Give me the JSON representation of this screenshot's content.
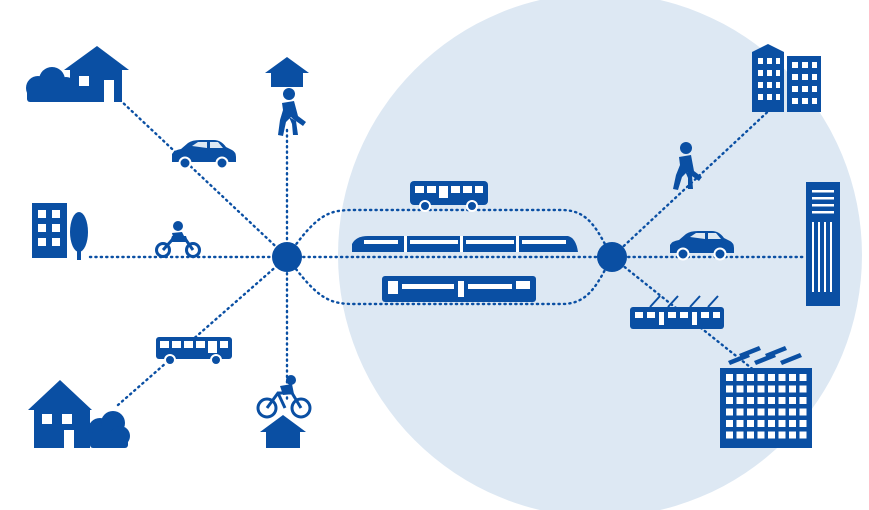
{
  "colors": {
    "primary": "#0a4fa3",
    "zone": "#dde8f3",
    "white": "#ffffff"
  },
  "diagram": {
    "title": "",
    "left_hub": {
      "icon": "hub-node",
      "spokes": [
        {
          "destination": "house-with-bush",
          "via": "car"
        },
        {
          "destination": "house-small",
          "via": "pedestrian"
        },
        {
          "destination": "office-building-with-tree",
          "via": "motorcycle"
        },
        {
          "destination": "house-with-bush",
          "via": "bus"
        },
        {
          "destination": "house-small",
          "via": "bicycle"
        }
      ]
    },
    "trunk": [
      "bus",
      "regional-train",
      "tram"
    ],
    "right_hub": {
      "icon": "hub-node",
      "spokes": [
        {
          "destination": "office-tower-pair",
          "via": "pedestrian"
        },
        {
          "destination": "tall-tower",
          "via": "car"
        },
        {
          "destination": "solar-office-block",
          "via": "tram"
        }
      ]
    }
  }
}
